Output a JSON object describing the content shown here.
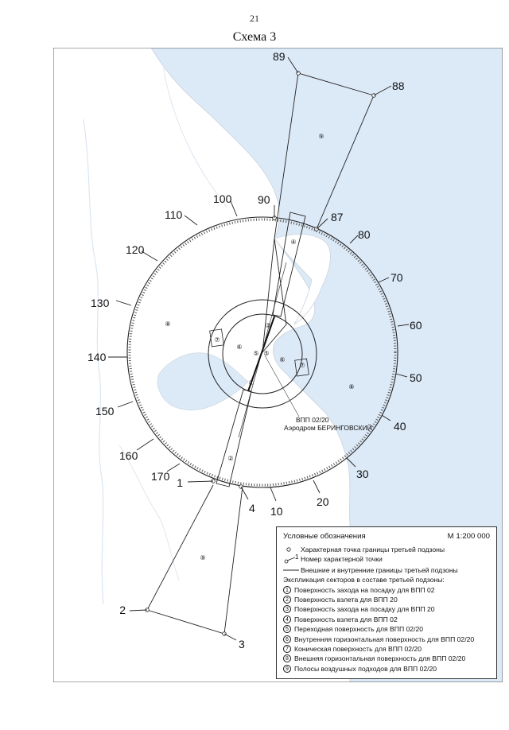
{
  "page": {
    "number": "21",
    "scheme_title": "Схема 3"
  },
  "colors": {
    "sea": "#dce9f7",
    "land": "#ffffff",
    "lines": "#222222",
    "ticks": "#555555"
  },
  "map": {
    "center": {
      "caption_line1": "ВПП 02/20",
      "caption_line2": "Аэродром БЕРИНГОВСКИЙ"
    },
    "boundary_points": [
      "1",
      "2",
      "3",
      "4",
      "10",
      "20",
      "30",
      "40",
      "50",
      "60",
      "70",
      "80",
      "87",
      "88",
      "89",
      "90",
      "100",
      "110",
      "120",
      "130",
      "140",
      "150",
      "160",
      "170"
    ],
    "sector_markers": [
      "①",
      "②",
      "③",
      "④",
      "⑤",
      "⑤",
      "⑥",
      "⑥",
      "⑦",
      "⑦",
      "⑧",
      "⑧",
      "⑨",
      "⑨"
    ]
  },
  "legend": {
    "title": "Условные обозначения",
    "scale": "М 1:200 000",
    "point_label": "Характерная точка границы третьей подзоны",
    "point_number_label": "Номер характерной точки",
    "point_number_sample": "1",
    "boundary_label": "Внешние и внутренние границы третьей подзоны",
    "sectors_heading": "Экспликация секторов в составе третьей подзоны:",
    "sectors": [
      {
        "num": "1",
        "text": "Поверхность захода на посадку для ВПП 02"
      },
      {
        "num": "2",
        "text": "Поверхность взлета для ВПП 20"
      },
      {
        "num": "3",
        "text": "Поверхность захода на посадку для ВПП 20"
      },
      {
        "num": "4",
        "text": "Поверхность взлета для ВПП 02"
      },
      {
        "num": "5",
        "text": "Переходная поверхность для  ВПП 02/20"
      },
      {
        "num": "6",
        "text": "Внутренняя горизонтальная поверхность для  ВПП 02/20"
      },
      {
        "num": "7",
        "text": "Коническая поверхность для  ВПП 02/20"
      },
      {
        "num": "8",
        "text": "Внешняя горизонтальная поверхность для  ВПП 02/20"
      },
      {
        "num": "9",
        "text": "Полосы воздушных подходов для  ВПП 02/20"
      }
    ]
  }
}
